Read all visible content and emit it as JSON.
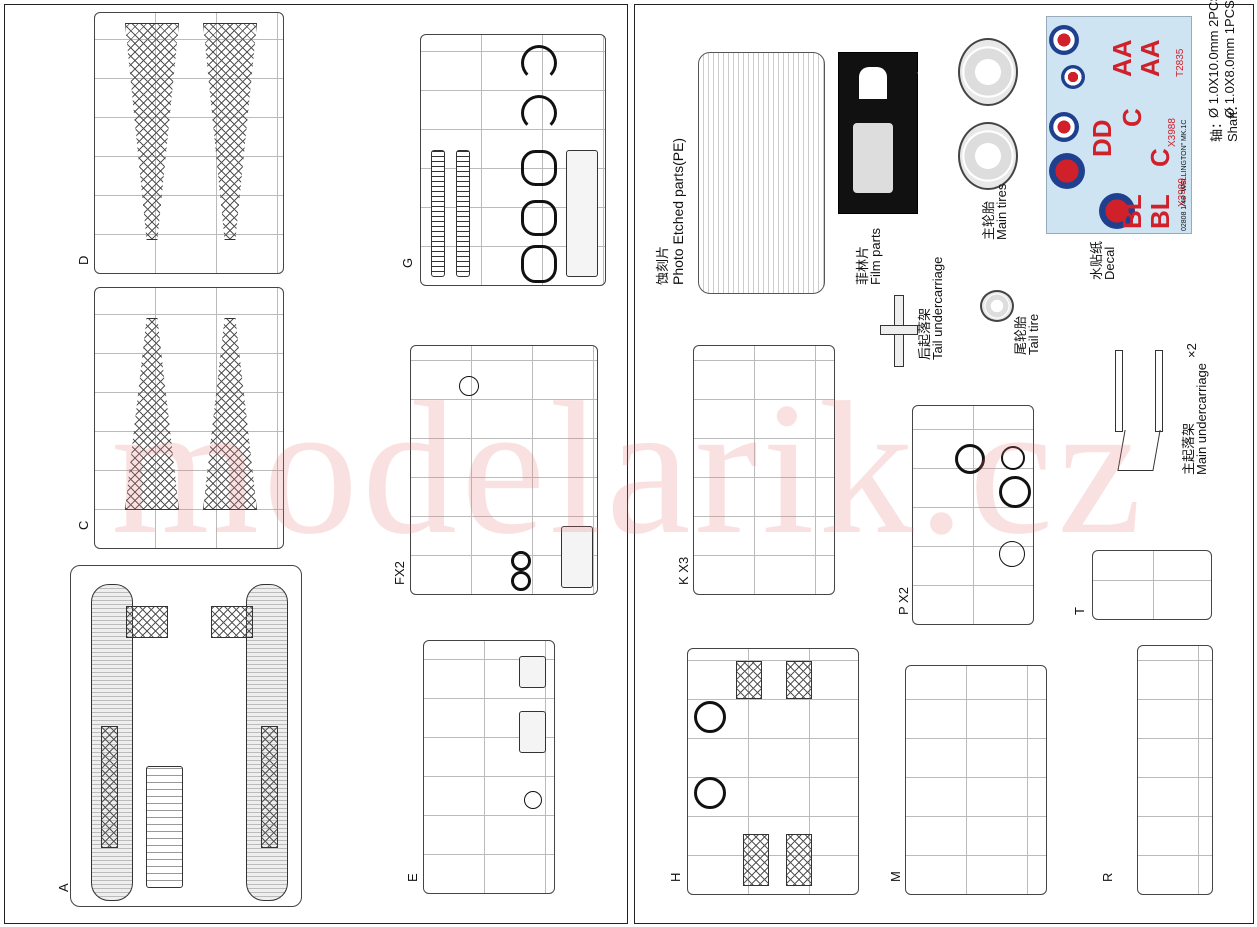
{
  "watermark": "modelarik.cz",
  "sprues": {
    "A": "A",
    "C": "C",
    "D": "D",
    "E": "E",
    "FX2": "FX2",
    "G": "G",
    "H": "H",
    "KX3": "K X3",
    "M": "M",
    "PX2": "P X2",
    "R": "R",
    "T": "T"
  },
  "pe": {
    "zh": "蚀刻片",
    "en": "Photo Etched parts(PE)"
  },
  "film": {
    "zh": "菲林片",
    "en": "Film parts",
    "text": "02808 1:48 \"WELLINGTON\" Mk.1C"
  },
  "main_tires": {
    "zh": "主轮胎",
    "en": "Main tires"
  },
  "tail_tire": {
    "zh": "尾轮胎",
    "en": "Tail tire"
  },
  "tail_uc": {
    "zh": "后起落架",
    "en": "Tail undercarriage"
  },
  "main_uc": {
    "zh": "主起落架",
    "en": "Main undercarriage",
    "qty": "×2"
  },
  "decal": {
    "zh": "水贴纸",
    "en": "Decal",
    "codes": [
      "AA",
      "AA",
      "DD",
      "C",
      "BL",
      "BL",
      "C"
    ],
    "serials": [
      "X3988",
      "X3989",
      "T2835"
    ],
    "footer": "02808 1/48 \"WELLINGTON\" MK.1C"
  },
  "shaft": {
    "zh": "轴：",
    "line1": "Ø 1.0X10.0mm  2PCS",
    "label": "Shaft：",
    "line2": "Ø 1.0X8.0mm   1PCS"
  },
  "colors": {
    "red": "#d0202a",
    "blue": "#1f3f8f",
    "yellow": "#e9b84a",
    "decal_bg": "#cfe4f2"
  }
}
